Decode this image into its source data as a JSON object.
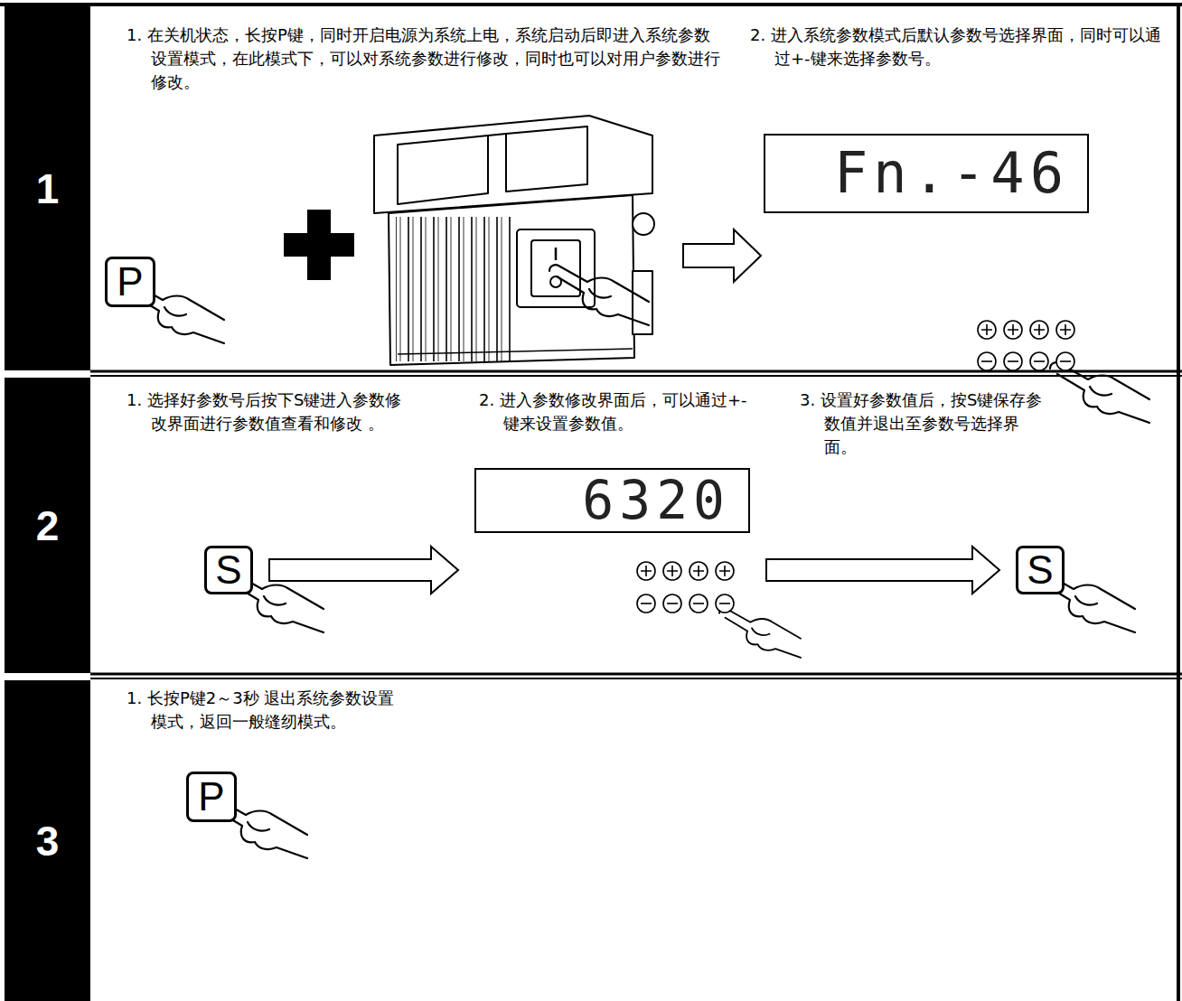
{
  "diagram": {
    "nodes": [
      {
        "text": [
          "1"
        ]
      },
      {
        "text": [
          "P"
        ]
      },
      {
        "text": [
          "Fn.-46"
        ]
      },
      {
        "text": [
          "2"
        ]
      },
      {
        "text": [
          "S"
        ]
      },
      {
        "text": [
          "6320"
        ]
      },
      {
        "text": [
          "S"
        ]
      },
      {
        "text": [
          "3"
        ]
      },
      {
        "text": [
          "P"
        ]
      }
    ],
    "edges": [
      {
        "from": 4,
        "to": 5,
        "arrow": "to"
      },
      {
        "from": 5,
        "to": 6,
        "arrow": "to"
      }
    ],
    "labels": [
      "1. 在关机状态，长按P键，同时开启电源为系统上电，系统启动后即进入系统参数设置模式，在此模式下，可以对系统参数进行修改，同时也可以对用户参数进行修改。",
      "2. 进入系统参数模式后默认参数号选择界面，同时可以通过+-键来选择参数号。",
      "1. 选择好参数号后按下S键进入参数修改界面进行参数值查看和修改 。",
      "2. 进入参数修改界面后，可以通过+-键来设置参数值。",
      "3. 设置好参数值后，按S键保存参数值并退出至参数号选择界面。",
      "1. 长按P键2～3秒 退出系统参数设置模式，返回一般缝纫模式。"
    ]
  }
}
